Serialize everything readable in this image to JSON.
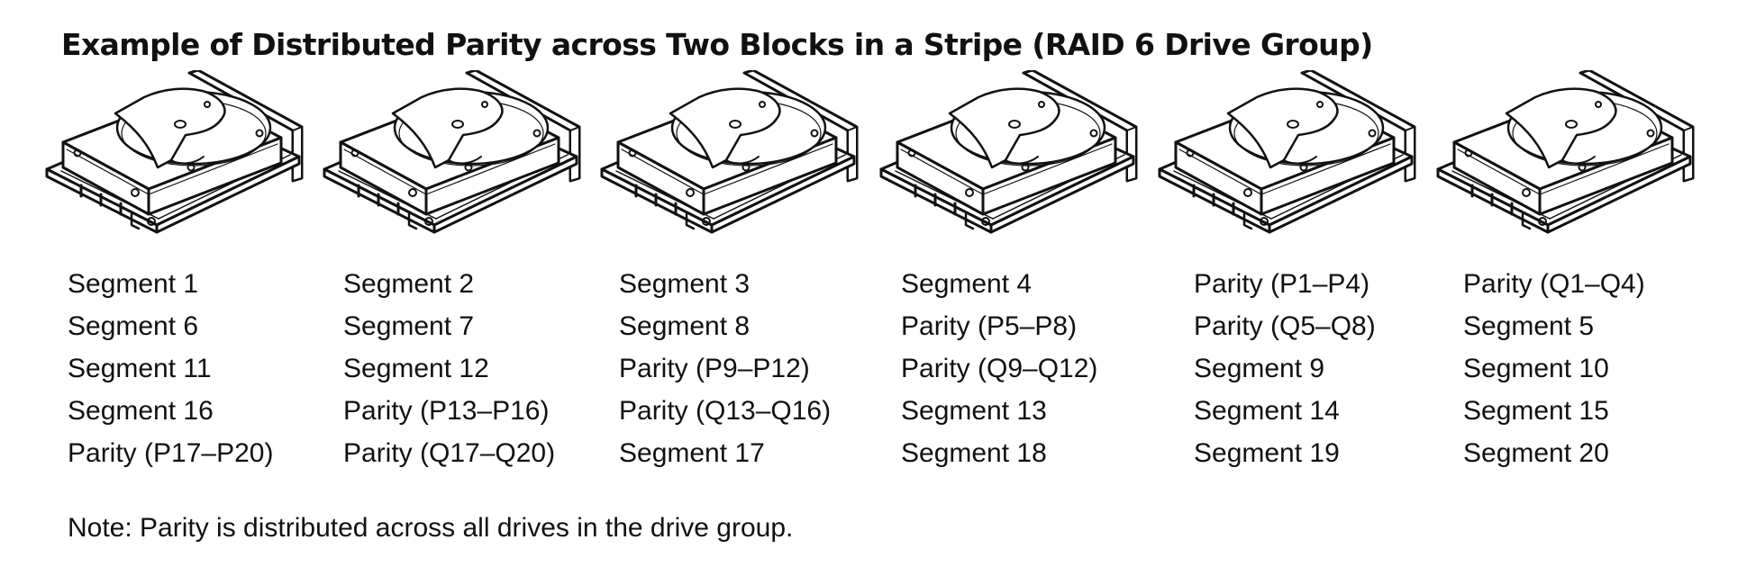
{
  "title": "Example of Distributed Parity across Two Blocks in a Stripe (RAID 6 Drive Group)",
  "drives": [
    {
      "icon": "hard-drive-icon",
      "segments": [
        "Segment 1",
        "Segment 6",
        "Segment 11",
        "Segment 16",
        "Parity (P17–P20)"
      ]
    },
    {
      "icon": "hard-drive-icon",
      "segments": [
        "Segment 2",
        "Segment 7",
        "Segment 12",
        "Parity (P13–P16)",
        "Parity (Q17–Q20)"
      ]
    },
    {
      "icon": "hard-drive-icon",
      "segments": [
        "Segment 3",
        "Segment 8",
        "Parity (P9–P12)",
        "Parity (Q13–Q16)",
        "Segment 17"
      ]
    },
    {
      "icon": "hard-drive-icon",
      "segments": [
        "Segment 4",
        "Parity (P5–P8)",
        "Parity (Q9–Q12)",
        "Segment 13",
        "Segment 18"
      ]
    },
    {
      "icon": "hard-drive-icon",
      "segments": [
        "Parity (P1–P4)",
        "Parity (Q5–Q8)",
        "Segment 9",
        "Segment 14",
        "Segment 19"
      ]
    },
    {
      "icon": "hard-drive-icon",
      "segments": [
        "Parity (Q1–Q4)",
        "Segment 5",
        "Segment 10",
        "Segment 15",
        "Segment 20"
      ]
    }
  ],
  "note": "Note: Parity is distributed across all drives in the drive group.",
  "colors": {
    "ink": "#111111",
    "background": "#ffffff"
  }
}
